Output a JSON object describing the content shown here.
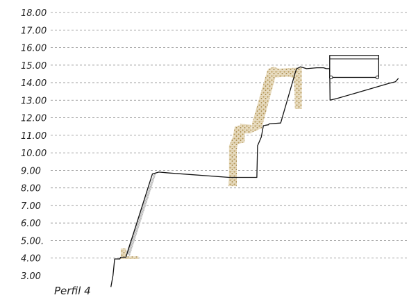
{
  "chart_data": {
    "type": "line",
    "title": "",
    "xlabel": "",
    "ylabel": "",
    "ylim": [
      3.0,
      18.0
    ],
    "grid": true,
    "y_ticks": [
      "3.00",
      "4.00",
      "5.00.",
      "6.00",
      "7.00",
      "8.00",
      "9.00",
      "10.00",
      "11.00",
      "12.00",
      "13.00",
      "14.00",
      "15.00",
      "16.00",
      "17.00",
      "18.00"
    ],
    "y_tick_values": [
      3,
      4,
      5,
      6,
      7,
      8,
      9,
      10,
      11,
      12,
      13,
      14,
      15,
      16,
      17,
      18
    ],
    "caption": "Perfil  4",
    "xlim": [
      0,
      100
    ],
    "series": [
      {
        "x": [
          17.7,
          18.3,
          18.8,
          20.3,
          20.6,
          22.1,
          29.9,
          31.8,
          34.9,
          52.4,
          60.6,
          60.8,
          61.9,
          62.5,
          64.0,
          64.2,
          67.6,
          72.0,
          72.3,
          73.4,
          75.2,
          78.2,
          80.2,
          81.0,
          82.0,
          82.1,
          84.2,
          99.3,
          101.3,
          102.2
        ],
        "y": [
          2.35,
          3.0,
          3.95,
          3.95,
          4.05,
          4.05,
          8.8,
          8.9,
          8.85,
          8.6,
          8.6,
          10.4,
          10.9,
          11.55,
          11.6,
          11.65,
          11.7,
          14.65,
          14.8,
          14.9,
          14.8,
          14.85,
          14.85,
          14.8,
          14.8,
          13.0,
          13.1,
          13.95,
          14.05,
          14.25
        ]
      }
    ],
    "fills": [
      {
        "material": "gravel",
        "color": "#c9b48a",
        "y_range": [
          4.0,
          4.55
        ]
      },
      {
        "material": "grey",
        "color": "#bfbfbf",
        "y_range": [
          4.3,
          8.85
        ]
      },
      {
        "material": "gravel",
        "color": "#c9b48a",
        "y_range": [
          8.1,
          11.65
        ]
      },
      {
        "material": "gravel",
        "color": "#c9b48a",
        "y_range": [
          12.5,
          14.9
        ]
      }
    ],
    "annotations": [
      {
        "type": "structure-box",
        "color": "#222222"
      }
    ]
  }
}
